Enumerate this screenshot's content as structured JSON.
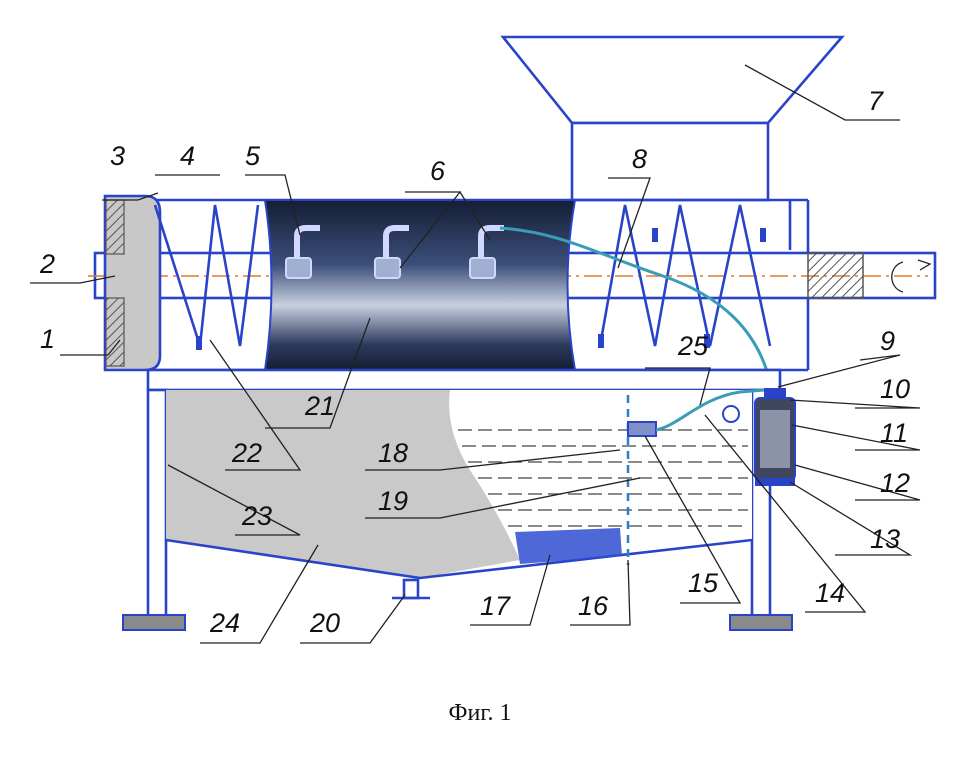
{
  "figure": {
    "caption": "Фиг. 1",
    "labels": [
      {
        "id": "1",
        "text": "1"
      },
      {
        "id": "2",
        "text": "2"
      },
      {
        "id": "3",
        "text": "3"
      },
      {
        "id": "4",
        "text": "4"
      },
      {
        "id": "5",
        "text": "5"
      },
      {
        "id": "6",
        "text": "6"
      },
      {
        "id": "7",
        "text": "7"
      },
      {
        "id": "8",
        "text": "8"
      },
      {
        "id": "9",
        "text": "9"
      },
      {
        "id": "10",
        "text": "10"
      },
      {
        "id": "11",
        "text": "11"
      },
      {
        "id": "12",
        "text": "12"
      },
      {
        "id": "13",
        "text": "13"
      },
      {
        "id": "14",
        "text": "14"
      },
      {
        "id": "15",
        "text": "15"
      },
      {
        "id": "16",
        "text": "16"
      },
      {
        "id": "17",
        "text": "17"
      },
      {
        "id": "18",
        "text": "18"
      },
      {
        "id": "19",
        "text": "19"
      },
      {
        "id": "20",
        "text": "20"
      },
      {
        "id": "21",
        "text": "21"
      },
      {
        "id": "22",
        "text": "22"
      },
      {
        "id": "23",
        "text": "23"
      },
      {
        "id": "24",
        "text": "24"
      },
      {
        "id": "25",
        "text": "25"
      }
    ]
  },
  "colors": {
    "line": "#2a44c9",
    "drum_dark": "#141e34",
    "drum_light": "#d6dbe8",
    "tank_fill": "#c9c9c9",
    "particles": "#2f4fd0",
    "hose": "#3a9db8",
    "axis": "#e07a2a"
  }
}
